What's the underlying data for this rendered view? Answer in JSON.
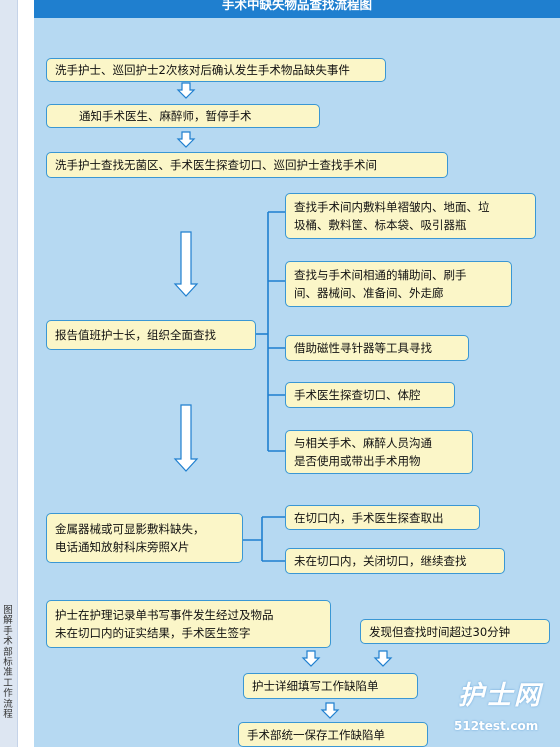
{
  "title": "手术中缺失物品查找流程图",
  "side_caption": "图解手术部标准工作流程",
  "steps": {
    "s1": "洗手护士、巡回护士2次核对后确认发生手术物品缺失事件",
    "s2": "通知手术医生、麻醉师，暂停手术",
    "s3": "洗手护士查找无菌区、手术医生探查切口、巡回护士查找手术间",
    "report": "报告值班护士长，组织全面查找",
    "b1_l1": "查找手术间内敷料单褶皱内、地面、垃",
    "b1_l2": "圾桶、敷料筐、标本袋、吸引器瓶",
    "b2_l1": "查找与手术间相通的辅助间、刷手",
    "b2_l2": "间、器械间、准备间、外走廊",
    "b3": "借助磁性寻针器等工具寻找",
    "b4": "手术医生探查切口、体腔",
    "b5_l1": "与相关手术、麻醉人员沟通",
    "b5_l2": "是否使用或带出手术用物",
    "metal_l1": "金属器械或可显影敷料缺失，",
    "metal_l2": "电话通知放射科床旁照X片",
    "in_incision": "在切口内，手术医生探查取出",
    "not_in_incision": "未在切口内，关闭切口，继续查找",
    "record_l1": "护士在护理记录单书写事件发生经过及物品",
    "record_l2": "未在切口内的证实结果，手术医生签字",
    "overtime": "发现但查找时间超过30分钟",
    "fill_form": "护士详细填写工作缺陷单",
    "save_form": "手术部统一保存工作缺陷单"
  },
  "watermark": {
    "main": "护士网",
    "sub": "512test.com"
  },
  "colors": {
    "panel": "#b6d9f2",
    "header": "#1f7fcf",
    "box_fill": "#fbf6c8",
    "line": "#1f7fcf"
  }
}
